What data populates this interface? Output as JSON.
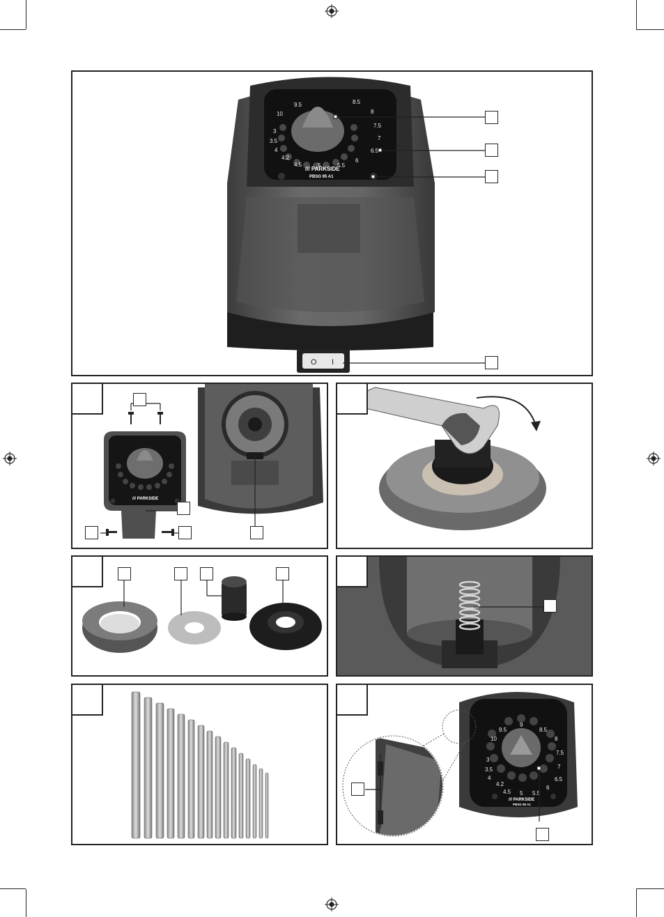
{
  "dial": {
    "numbers_large": [
      "9.5",
      "8.5",
      "10",
      "8",
      "7.5",
      "3",
      "3.5",
      "7",
      "4",
      "6.5",
      "4.2",
      "6",
      "4.5",
      "5",
      "5.5"
    ],
    "brand": "/// PARKSIDE",
    "model": "PBSG 95 A1",
    "switch_off": "O",
    "switch_on": "I"
  },
  "dial_small": {
    "numbers": [
      "9.5",
      "9",
      "8.5",
      "10",
      "8",
      "7.5",
      "3",
      "7",
      "3.5",
      "6.5",
      "4",
      "4.2",
      "6",
      "4.5",
      "5",
      "5.5"
    ],
    "brand": "/// PARKSIDE",
    "model": "PBSG 95 A1"
  },
  "colors": {
    "line": "#222222",
    "housing": "#5a5a5a",
    "dark": "#1a1a1a"
  }
}
